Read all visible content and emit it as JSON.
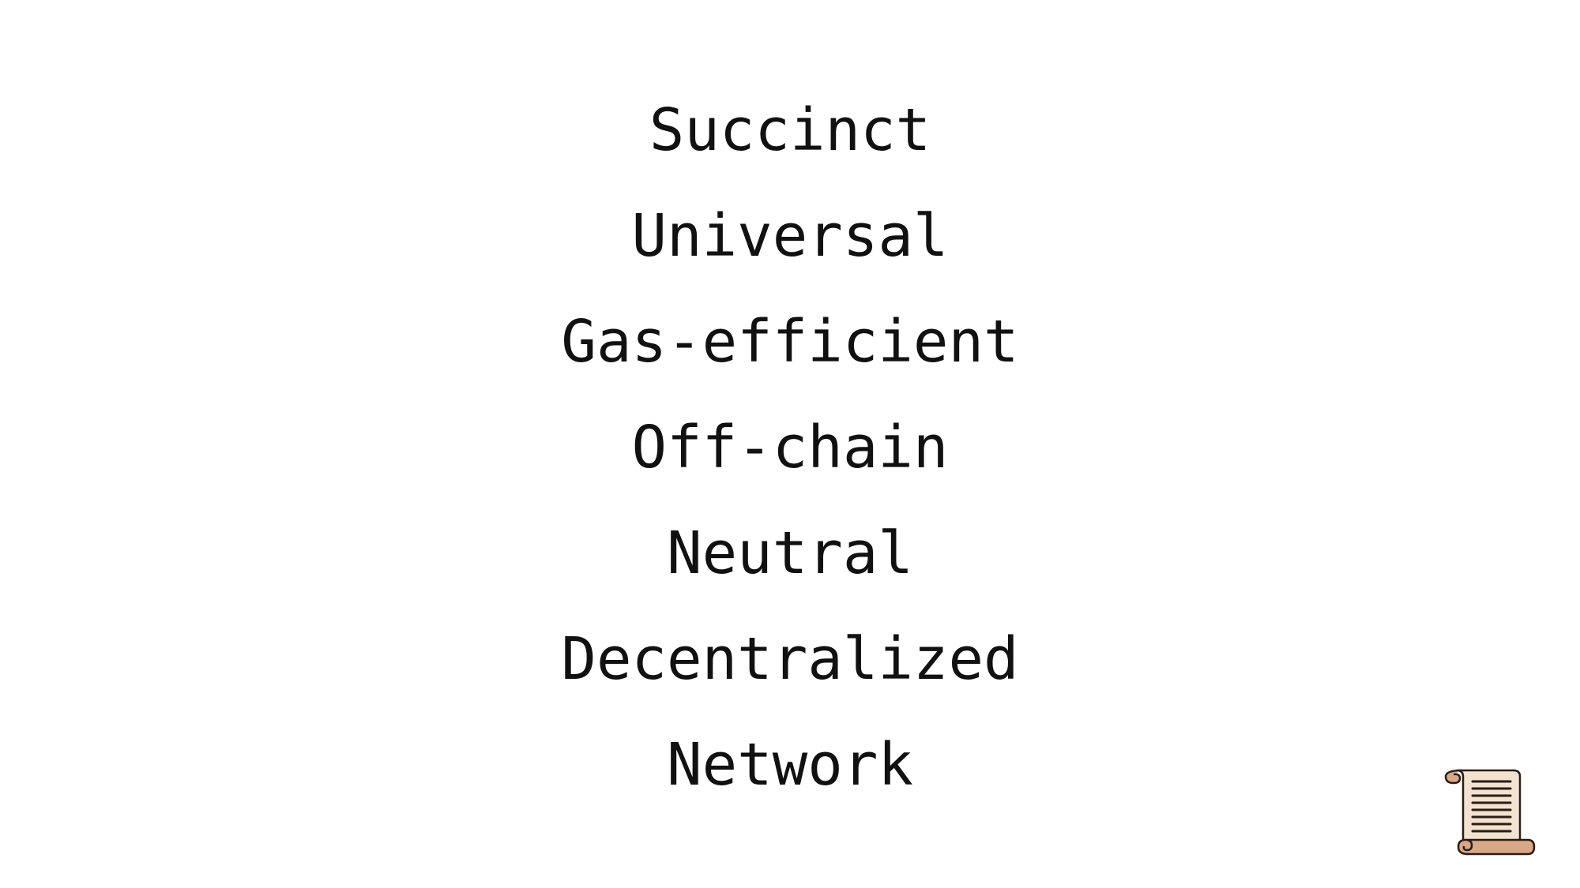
{
  "slide": {
    "words": [
      "Succinct",
      "Universal",
      "Gas-efficient",
      "Off-chain",
      "Neutral",
      "Decentralized",
      "Network"
    ]
  },
  "logo": {
    "icon": "scroll-icon",
    "colors": {
      "paper": "#f3e2cf",
      "roll": "#d9a887",
      "outline": "#2a1d16"
    }
  }
}
